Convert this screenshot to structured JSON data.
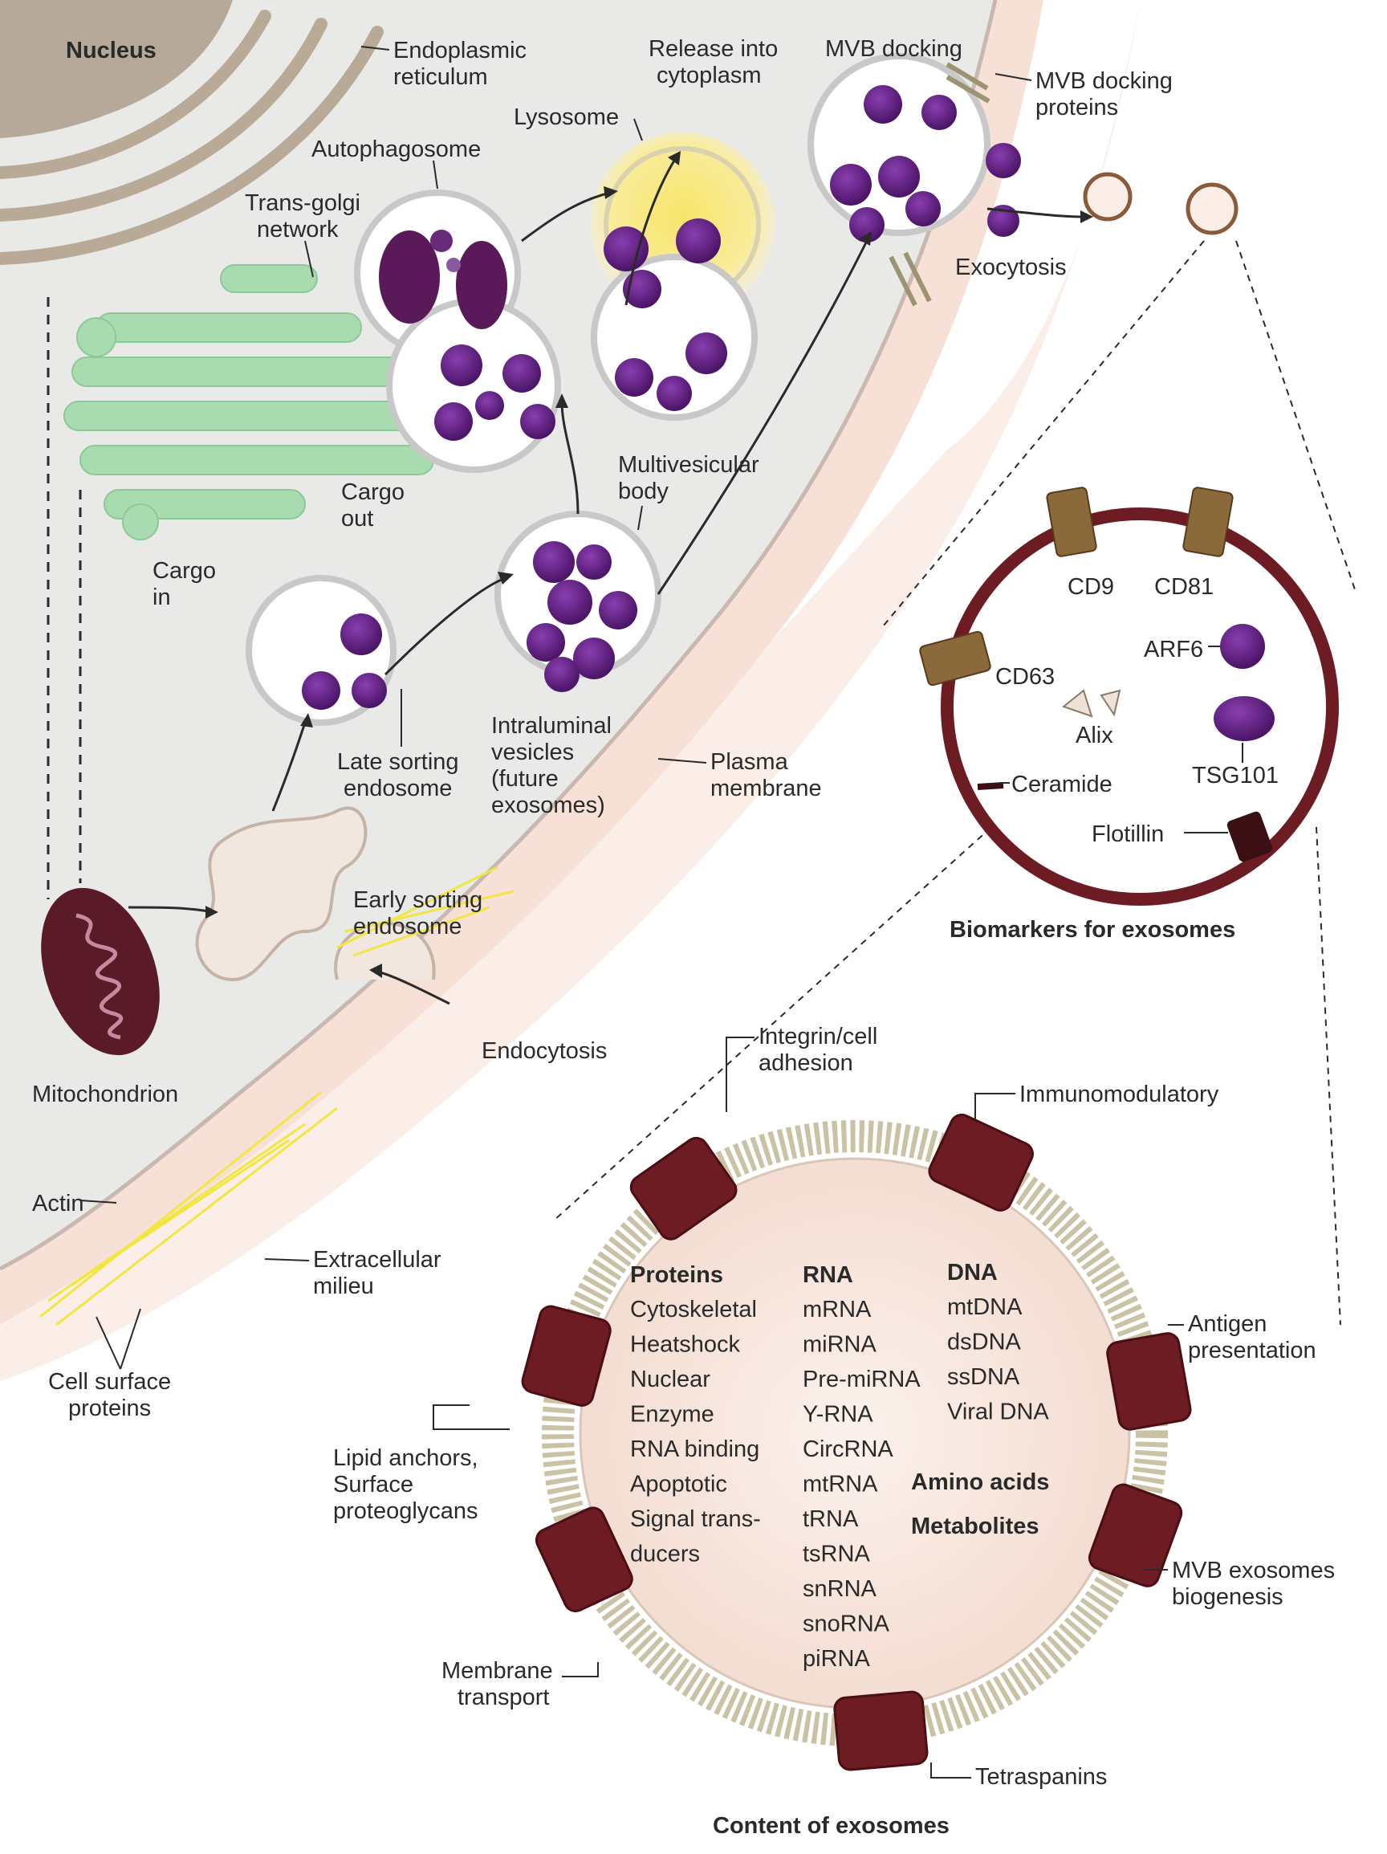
{
  "labels": {
    "nucleus": "Nucleus",
    "er": [
      "Endoplasmic",
      "reticulum"
    ],
    "release": [
      "Release into",
      "cytoplasm"
    ],
    "mvb_docking": "MVB docking",
    "mvb_docking_proteins": [
      "MVB docking",
      "proteins"
    ],
    "lysosome": "Lysosome",
    "autophagosome": "Autophagosome",
    "trans_golgi": [
      "Trans-golgi",
      "network"
    ],
    "exocytosis": "Exocytosis",
    "cargo_out": [
      "Cargo",
      "out"
    ],
    "cargo_in": [
      "Cargo",
      "in"
    ],
    "multivesicular_body": [
      "Multivesicular",
      "body"
    ],
    "late_sorting": [
      "Late sorting",
      "endosome"
    ],
    "intraluminal": [
      "Intraluminal",
      "vesicles",
      "(future",
      "exosomes)"
    ],
    "plasma_membrane": [
      "Plasma",
      "membrane"
    ],
    "early_sorting": [
      "Early sorting",
      "endosome"
    ],
    "endocytosis": "Endocytosis",
    "mitochondrion": "Mitochondrion",
    "actin": "Actin",
    "extracellular": [
      "Extracellular",
      "milieu"
    ],
    "cell_surface": [
      "Cell surface",
      "proteins"
    ]
  },
  "biomarkers": {
    "title": "Biomarkers for exosomes",
    "cd9": "CD9",
    "cd81": "CD81",
    "arf6": "ARF6",
    "cd63": "CD63",
    "alix": "Alix",
    "tsg101": "TSG101",
    "ceramide": "Ceramide",
    "flotillin": "Flotillin"
  },
  "content": {
    "title": "Content of exosomes",
    "proteins_header": "Proteins",
    "proteins": [
      "Cytoskeletal",
      "Heatshock",
      "Nuclear",
      "Enzyme",
      "RNA binding",
      "Apoptotic",
      "Signal trans-",
      "ducers"
    ],
    "rna_header": "RNA",
    "rna": [
      "mRNA",
      "miRNA",
      "Pre-miRNA",
      "Y-RNA",
      "CircRNA",
      "mtRNA",
      "tRNA",
      "tsRNA",
      "snRNA",
      "snoRNA",
      "piRNA"
    ],
    "dna_header": "DNA",
    "dna": [
      "mtDNA",
      "dsDNA",
      "ssDNA",
      "Viral DNA"
    ],
    "amino_acids": "Amino acids",
    "metabolites": "Metabolites",
    "integrin": [
      "Integrin/cell",
      "adhesion"
    ],
    "immunomodulatory": "Immunomodulatory",
    "antigen": [
      "Antigen",
      "presentation"
    ],
    "lipid_anchors": [
      "Lipid anchors,",
      "Surface",
      "proteoglycans"
    ],
    "mvb_biogenesis": [
      "MVB exosomes",
      "biogenesis"
    ],
    "membrane_transport": [
      "Membrane",
      "transport"
    ],
    "tetraspanins": "Tetraspanins"
  },
  "colors": {
    "cytoplasm": "#e9e9e7",
    "nucleus": "#b6a99a",
    "golgi": "#a8dcb0",
    "vesicle": "#5a1f7a",
    "membrane_band": "#f7e0d6",
    "mitochondrion": "#5a1a28",
    "exosome_rim": "#6e1c24",
    "actin": "#f2e640",
    "lysosome": "#f4e27a"
  }
}
